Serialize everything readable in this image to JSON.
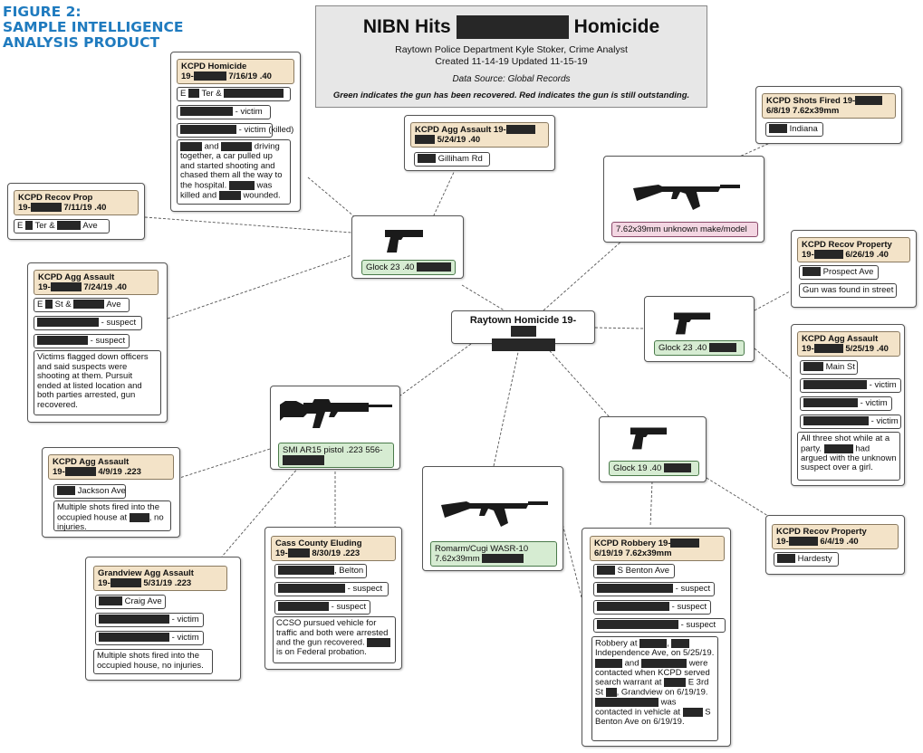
{
  "figure_label": [
    "FIGURE 2:",
    "SAMPLE INTELLIGENCE",
    "ANALYSIS PRODUCT"
  ],
  "header": {
    "title_left": "NIBN Hits",
    "title_right": "Homicide",
    "line1": "Raytown Police Department Kyle Stoker, Crime Analyst",
    "line2": "Created 11-14-19 Updated 11-15-19",
    "source": "Data Source: Global Records",
    "note": "Green indicates the gun has been recovered. Red indicates the gun is still outstanding."
  },
  "colors": {
    "figure_label": "#1f7bbf",
    "recovered": "#d6ecd2",
    "outstanding": "#f3d6e2",
    "event_title": "#f3e3c8",
    "redaction": "#272727",
    "header_bg": "#e7e7e7"
  },
  "center": {
    "line1": "Raytown Homicide 19-"
  },
  "guns": {
    "glock23_left": {
      "icon": "pistol-icon",
      "label": "Glock 23 .40"
    },
    "ak_unknown": {
      "icon": "rifle-icon",
      "label": "7.62x39mm unknown make/model"
    },
    "glock23_right": {
      "icon": "pistol-icon",
      "label": "Glock 23 .40"
    },
    "ar15": {
      "icon": "rifle-icon",
      "label1": "SMI AR15 pistol .223 556-"
    },
    "wasr": {
      "icon": "rifle-icon",
      "label1": "Romarm/Cugi WASR-10",
      "label2": "7.62x39mm"
    },
    "glock19": {
      "icon": "pistol-icon",
      "label": "Glock 19 .40"
    }
  },
  "events": {
    "kcpd_homicide": {
      "title1": "KCPD Homicide",
      "t2a": "19-",
      "t2b": "7/16/19 .40",
      "loc_a": "E",
      "loc_b": "Ter &",
      "victim": "- victim",
      "victim_killed": "- victim (killed)",
      "note_a": "and",
      "note_b": "driving",
      "note_c": "together, a car pulled up and started shooting and chased them all the way to the hospital.",
      "note_d": "was killed",
      "note_e": "and",
      "note_f": "wounded."
    },
    "kcpd_agg_assault_gilliham": {
      "title1": "KCPD Agg Assault 19-",
      "title2": "5/24/19 .40",
      "loc": "Gilliham Rd"
    },
    "kcpd_shots_fired": {
      "title1": "KCPD Shots Fired 19-",
      "title2": "6/8/19 7.62x39mm",
      "loc": "Indiana"
    },
    "kcpd_recov_prop_left": {
      "title1": "KCPD Recov Prop",
      "t2a": "19-",
      "t2b": "7/11/19 .40",
      "loc_a": "E",
      "loc_b": "Ter &",
      "loc_c": "Ave"
    },
    "kcpd_agg_assault_left": {
      "title1": "KCPD Agg Assault",
      "t2a": "19-",
      "t2b": "7/24/19 .40",
      "loc_a": "E",
      "loc_b": "St &",
      "loc_c": "Ave",
      "suspect1": "- suspect",
      "suspect2": "- suspect",
      "note": "Victims flagged down officers and said suspects were shooting at them. Pursuit ended at listed location and both parties arrested, gun recovered."
    },
    "kcpd_recov_property_right": {
      "title1": "KCPD Recov Property",
      "t2a": "19-",
      "t2b": "6/26/19 .40",
      "loc": "Prospect Ave",
      "note": "Gun was found in street"
    },
    "kcpd_agg_assault_right": {
      "title1": "KCPD Agg Assault",
      "t2a": "19-",
      "t2b": "5/25/19 .40",
      "loc": "Main St",
      "v1": "- victim",
      "v2": "- victim",
      "v3": "- victim",
      "note_a": "All three shot while at a party.",
      "note_b": "had argued with the unknown suspect over a girl."
    },
    "kcpd_agg_assault_jackson": {
      "title1": "KCPD Agg Assault",
      "t2a": "19-",
      "t2b": "4/9/19 .223",
      "loc": "Jackson Ave",
      "note_a": "Multiple shots fired into the occupied house at",
      "note_b": ", no injuries."
    },
    "grandview_agg_assault": {
      "title1": "Grandview Agg Assault",
      "t2a": "19-",
      "t2b": "5/31/19 .223",
      "loc": "Craig Ave",
      "v1": "- victim",
      "v2": "- victim",
      "note": "Multiple shots fired into the occupied house, no injuries."
    },
    "cass_county_eluding": {
      "title1": "Cass County Eluding",
      "t2a": "19-",
      "t2b": "8/30/19 .223",
      "loc": ", Belton",
      "s1": "- suspect",
      "s2": "- suspect",
      "note_a": "CCSO pursued vehicle for traffic and both were arrested and the gun recovered.",
      "note_b": "is on Federal probation."
    },
    "kcpd_robbery": {
      "title1": "KCPD Robbery 19-",
      "title2": "6/19/19 7.62x39mm",
      "loc": "S Benton Ave",
      "s1": "- suspect",
      "s2": "- suspect",
      "s3": "- suspect",
      "n1": "Robbery at",
      "n2": "Independence Ave, on 5/25/19.",
      "n3": "and",
      "n4": "were contacted when KCPD served search warrant at",
      "n5": "E 3rd St",
      "n6": ", Grandview on 6/19/19.",
      "n7": "was contacted in vehicle at",
      "n8": "S Benton Ave on 6/19/19."
    },
    "kcpd_recov_property_hardesty": {
      "title1": "KCPD Recov Property",
      "t2a": "19-",
      "t2b": "6/4/19 .40",
      "loc": "Hardesty"
    }
  }
}
